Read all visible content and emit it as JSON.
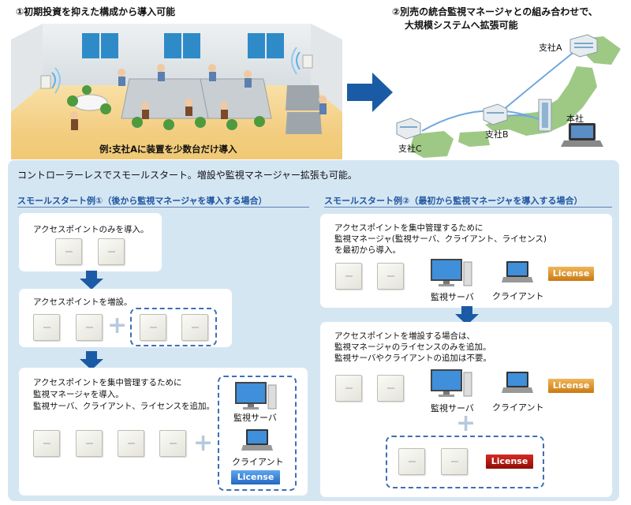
{
  "top": {
    "left_heading": "①初期投資を抑えた構成から導入可能",
    "right_heading_line1": "②別売の統合監視マネージャとの組み合わせで、",
    "right_heading_line2": "大規模システムへ拡張可能",
    "office_caption": "例:支社Aに装置を少数台だけ導入",
    "map_labels": {
      "branch_a": "支社A",
      "branch_b": "支社B",
      "branch_c": "支社C",
      "headquarters": "本社"
    }
  },
  "panel": {
    "title": "コントローラーレスでスモールスタート。増設や監視マネージャー拡張も可能。",
    "example1": {
      "heading": "スモールスタート例①（後から監視マネージャを導入する場合）",
      "step1": "アクセスポイントのみを導入。",
      "step2": "アクセスポイントを増設。",
      "step3_line1": "アクセスポイントを集中管理するために",
      "step3_line2": "監視マネージャを導入。",
      "step3_line3": "監視サーバ、クライアント、ライセンスを追加。",
      "server_label": "監視サーバ",
      "client_label": "クライアント",
      "license_label": "License"
    },
    "example2": {
      "heading": "スモールスタート例②（最初から監視マネージャを導入する場合）",
      "step1_line1": "アクセスポイントを集中管理するために",
      "step1_line2": "監視マネージャ(監視サーバ、クライアント、ライセンス)",
      "step1_line3": "を最初から導入。",
      "step2_line1": "アクセスポイントを増設する場合は、",
      "step2_line2": "監視マネージャのライセンスのみを追加。",
      "step2_line3": "監視サーバやクライアントの追加は不要。",
      "server_label": "監視サーバ",
      "client_label": "クライアント",
      "license_label": "License"
    },
    "plus_sign": "+"
  },
  "colors": {
    "panel_bg": "#d5e6f3",
    "accent_blue": "#1f56a0",
    "arrow_blue": "#1b5ba5",
    "license_orange": "#e59a2c",
    "license_blue": "#3b86dc",
    "license_red": "#b51a14",
    "map_green": "#9ec985"
  }
}
